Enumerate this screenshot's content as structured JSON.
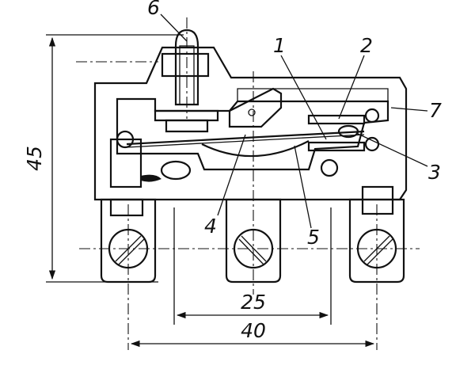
{
  "callouts": {
    "c1": "1",
    "c2": "2",
    "c3": "3",
    "c4": "4",
    "c5": "5",
    "c6": "6",
    "c7": "7"
  },
  "dimensions": {
    "height": "45",
    "inner_span": "25",
    "outer_span": "40"
  }
}
